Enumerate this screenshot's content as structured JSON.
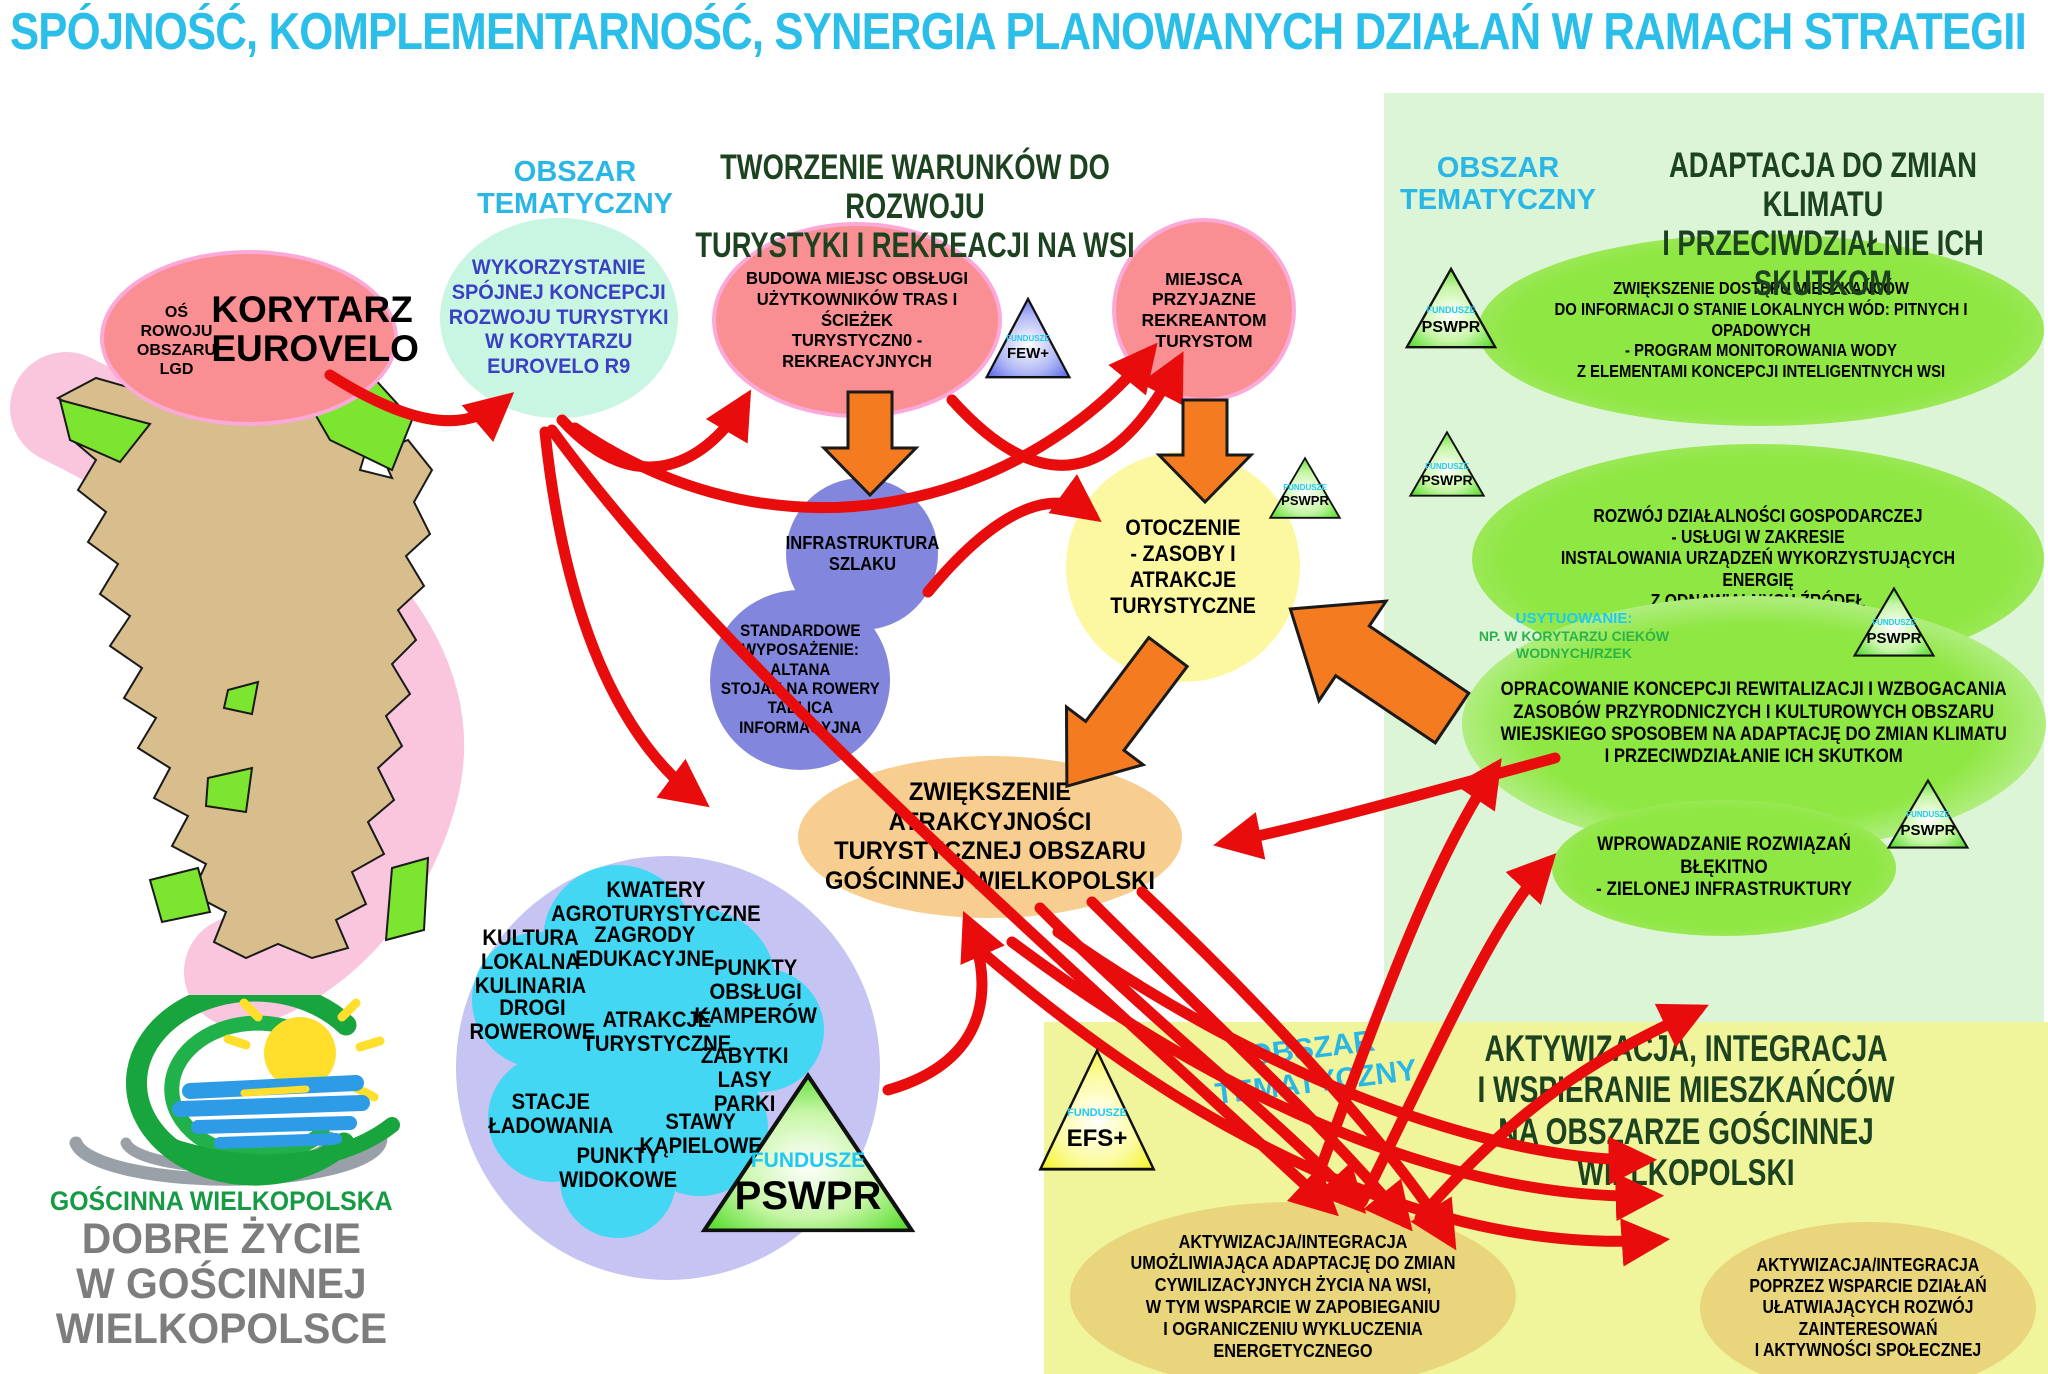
{
  "title": "SPÓJNOŚĆ, KOMPLEMENTARNOŚĆ, SYNERGIA PLANOWANYCH DZIAŁAŃ W RAMACH STRATEGII",
  "areas": {
    "tourism": {
      "area_label": "OBSZAR\nTEMATYCZNY",
      "heading": "TWORZENIE WARUNKÓW DO ROZWOJU\nTURYSTYKI I REKREACJI NA WSI"
    },
    "climate": {
      "area_label": "OBSZAR\nTEMATYCZNY",
      "heading": "ADAPTACJA DO ZMIAN KLIMATU\nI PRZECIWDZIAŁNIE ICH SKUTKOM"
    },
    "activation": {
      "area_label": "OBSZAR\nTEMATYCZNY",
      "heading": "AKTYWIZACJA, INTEGRACJA\nI WSPIERANIE MIESZKAŃCÓW\nNA OBSZARZE GOŚCINNEJ WIELKOPOLSKI"
    }
  },
  "nodes": {
    "korytarz": {
      "side_note": "OŚ\nROWOJU\nOBSZARU LGD",
      "label": "KORYTARZ\nEUROVELO"
    },
    "wykorzystanie": {
      "label": "WYKORZYSTANIE\nSPÓJNEJ KONCEPCJI\nROZWOJU TURYSTYKI\nW KORYTARZU\nEUROVELO R9"
    },
    "budowa": {
      "label": "BUDOWA MIEJSC OBSŁUGI\nUŻYTKOWNIKÓW TRAS I ŚCIEŻEK\nTURYSTYCZN0 -REKREACYJNYCH"
    },
    "miejsca": {
      "label": "MIEJSCA\nPRZYJAZNE\nREKREANTOM\nTURYSTOM"
    },
    "infrastruktura": {
      "label": "INFRASTRUKTURA\nSZLAKU"
    },
    "standardowe": {
      "label": "STANDARDOWE\nWYPOSAŻENIE:\nALTANA\nSTOJAK NA ROWERY\nTABLICA\nINFORMACYJNA"
    },
    "otoczenie": {
      "label": "OTOCZENIE\n- ZASOBY I ATRAKCJE\nTURYSTYCZNE"
    },
    "zwiekszenie": {
      "label": "ZWIĘKSZENIE ATRAKCYJNOŚCI\nTURYSTYCZNEJ OBSZARU\nGOŚCINNEJ WIELKOPOLSKI"
    },
    "dostep": {
      "label": "ZWIĘKSZENIE DOSTĘPU  MIESZKAŃCÓW\nDO INFORMACJI O STANIE  LOKALNYCH WÓD: PITNYCH I OPADOWYCH\n- PROGRAM  MONITOROWANIA WODY\nZ ELEMENTAMI KONCEPCJI INTELIGENTNYCH WSI"
    },
    "rozwoj": {
      "label": "ROZWÓJ DZIAŁALNOŚCI GOSPODARCZEJ\n- USŁUGI W ZAKRESIE\nINSTALOWANIA URZĄDZEŃ WYKORZYSTUJĄCYCH\nENERGIĘ\nZ ODNAWIALNYCH ŹRÓDEŁ"
    },
    "usytuowanie": {
      "line1": "USYTUOWANIE:",
      "line2": "NP. W KORYTARZU CIEKÓW",
      "line3": "WODNYCH/RZEK"
    },
    "opracowanie": {
      "label": "OPRACOWANIE KONCEPCJI REWITALIZACJI I WZBOGACANIA\nZASOBÓW PRZYRODNICZYCH I KULTUROWYCH OBSZARU\nWIEJSKIEGO SPOSOBEM NA  ADAPTACJĘ DO ZMIAN KLIMATU\nI PRZECIWDZIAŁANIE ICH SKUTKOM"
    },
    "wprowadzanie": {
      "label": "WPROWADZANIE ROZWIĄZAŃ BŁĘKITNO\n- ZIELONEJ INFRASTRUKTURY"
    },
    "aktywizacja1": {
      "label": "AKTYWIZACJA/INTEGRACJA\nUMOŻLIWIAJĄCA ADAPTACJĘ DO ZMIAN\nCYWILIZACYJNYCH ŻYCIA NA WSI,\nW TYM WSPARCIE W ZAPOBIEGANIU\nI OGRANICZENIU WYKLUCZENIA ENERGETYCZNEGO"
    },
    "aktywizacja2": {
      "label": "AKTYWIZACJA/INTEGRACJA\nPOPRZEZ WSPARCIE DZIAŁAŃ\nUŁATWIAJĄCYCH ROZWÓJ ZAINTERESOWAŃ\nI AKTYWNOŚCI SPOŁECZNEJ"
    }
  },
  "cluster": {
    "items": [
      "KWATERY\nAGROTURYSTYCZNE",
      "ZAGRODY\nEDUKACYJNE",
      "KULTURA\nLOKALNA\nKULINARIA",
      "PUNKTY\nOBSŁUGI\nKAMPERÓW",
      "DROGI\nROWEROWE",
      "ATRAKCJE\nTURYSTYCZNE",
      "ZABYTKI\nLASY\nPARKI",
      "STACJE\nŁADOWANIA",
      "STAWY\nKĄPIELOWE",
      "PUNKTY\nWIDOKOWE"
    ]
  },
  "funds": {
    "funds_word": "FUNDUSZE",
    "pswpr": "PSWPR",
    "few": "FEW+",
    "efs": "EFS+"
  },
  "logo": {
    "title": "GOŚCINNA WIELKOPOLSKA",
    "subtitle": "DOBRE ŻYCIE\nW GOŚCINNEJ\nWIELKOPOLSCE"
  },
  "colors": {
    "accent_cyan": "#2BB7E6",
    "heading_green": "#1C4220",
    "arrow_red": "#E80C0C",
    "arrow_orange": "#F47B20",
    "panel_green": "#DCF5D6",
    "panel_yellow": "#F0F59C"
  }
}
